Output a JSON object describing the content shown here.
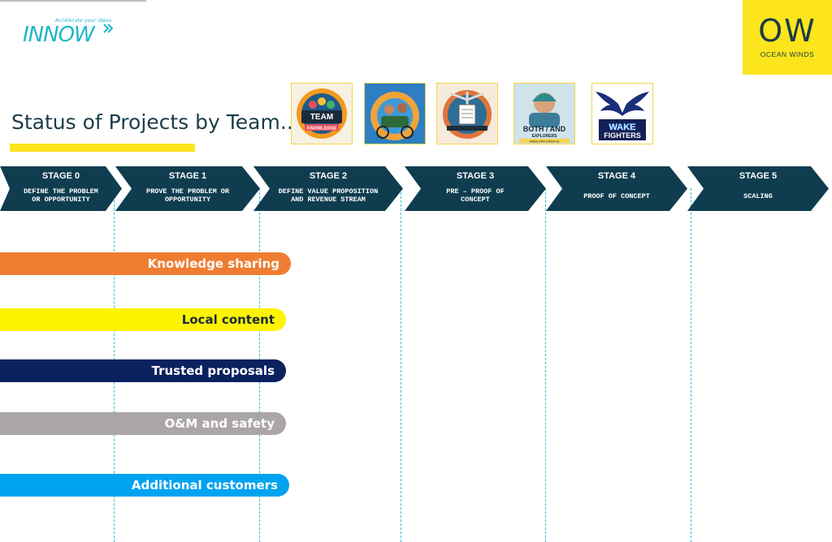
{
  "header": {
    "innow_tagline": "Accelerate your ideas",
    "innow_word": "INNOW",
    "ow_mark": "OW",
    "ow_name": "OCEAN WINDS",
    "title": "Status of Projects by Team..."
  },
  "badges": [
    {
      "name": "team-knowledge-badge",
      "line1": "TEAM",
      "line2": "KNOWLEDGE"
    },
    {
      "name": "team-cyclists-badge"
    },
    {
      "name": "team-windmill-badge"
    },
    {
      "name": "team-both-and-explorers-badge",
      "line1": "BOTH / AND",
      "line2": "EXPLORERS",
      "line3": "Safety    AND    Efficiency"
    },
    {
      "name": "team-wake-fighters-badge",
      "line1": "WAKE",
      "line2": "FIGHTERS"
    }
  ],
  "stages": [
    {
      "label": "STAGE 0",
      "desc1": "DEFINE THE PROBLEM",
      "desc2": "OR OPPORTUNITY"
    },
    {
      "label": "STAGE 1",
      "desc1": "PROVE THE PROBLEM OR",
      "desc2": "OPPORTUNITY"
    },
    {
      "label": "STAGE 2",
      "desc1": "DEFINE VALUE PROPOSITION",
      "desc2": "AND REVENUE STREAM"
    },
    {
      "label": "STAGE 3",
      "desc1": "PRE – PROOF OF",
      "desc2": "CONCEPT"
    },
    {
      "label": "STAGE 4",
      "desc1": "PROOF OF CONCEPT",
      "desc2": ""
    },
    {
      "label": "STAGE 5",
      "desc1": "SCALING",
      "desc2": ""
    }
  ],
  "projects": [
    {
      "label": "Knowledge sharing",
      "color": "#ef7d31",
      "text_color": "#ffffff",
      "stage": "STAGE 1"
    },
    {
      "label": "Local content",
      "color": "#fcf400",
      "text_color": "#1c2a3a",
      "stage": "STAGE 1"
    },
    {
      "label": "Trusted proposals",
      "color": "#0b2160",
      "text_color": "#ffffff",
      "stage": "STAGE 1"
    },
    {
      "label": "O&M and safety",
      "color": "#aaa6a6",
      "text_color": "#ffffff",
      "stage": "STAGE 1"
    },
    {
      "label": "Additional customers",
      "color": "#00a3f0",
      "text_color": "#ffffff",
      "stage": "STAGE 1"
    }
  ],
  "colors": {
    "stage_fill": "#0f3d4f",
    "accent_yellow": "#fce51c",
    "dashed_line": "#35bfcf"
  }
}
